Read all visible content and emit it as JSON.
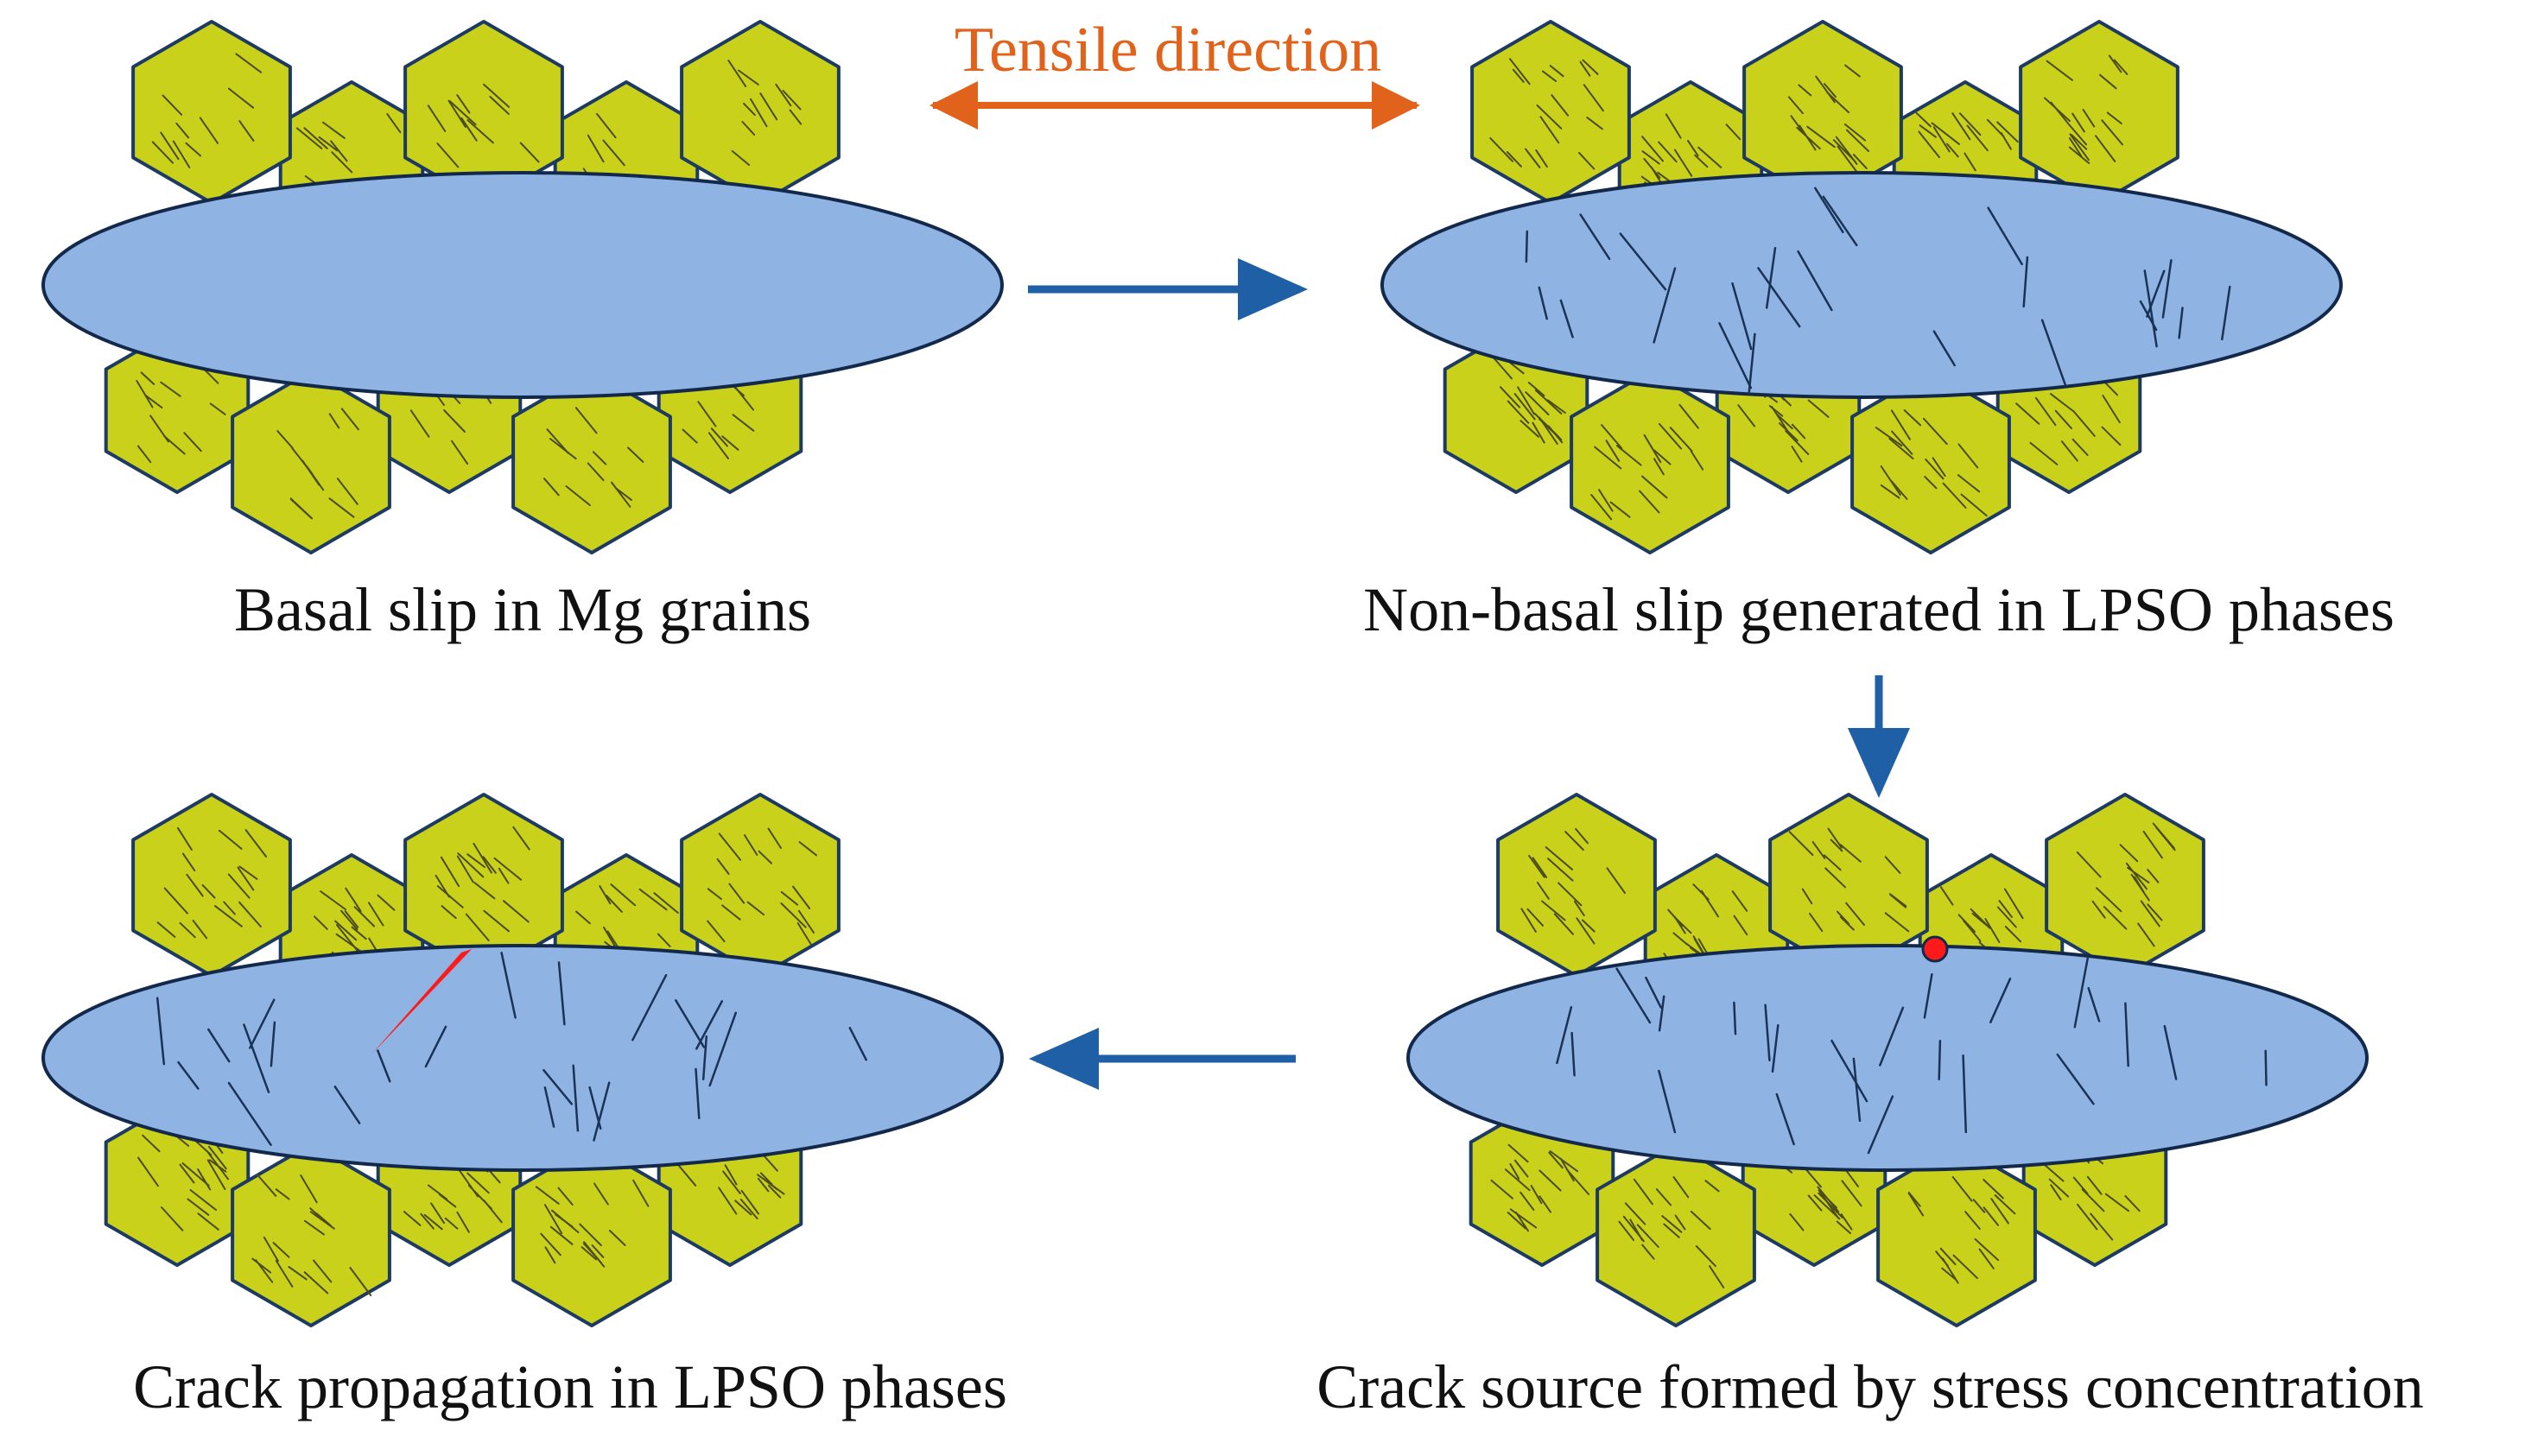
{
  "tensile": {
    "label": "Tensile direction"
  },
  "panels": [
    {
      "caption": "Basal slip in Mg grains",
      "lpso_slip": false,
      "crack_source": false,
      "crack": false
    },
    {
      "caption": "Non-basal slip generated in LPSO phases",
      "lpso_slip": true,
      "crack_source": false,
      "crack": false
    },
    {
      "caption": "Crack source formed by stress concentration",
      "lpso_slip": true,
      "crack_source": true,
      "crack": false
    },
    {
      "caption": "Crack propagation in LPSO phases",
      "lpso_slip": true,
      "crack_source": false,
      "crack": true
    }
  ],
  "colors": {
    "grain_fill": "#c9d11a",
    "grain_stroke": "#1d3a63",
    "lpso_fill": "#8fb4e3",
    "lpso_stroke": "#13294b",
    "flow_arrow": "#1f5fa6",
    "tensile_arrow": "#e0621b",
    "crack": "#ff1a1a"
  }
}
